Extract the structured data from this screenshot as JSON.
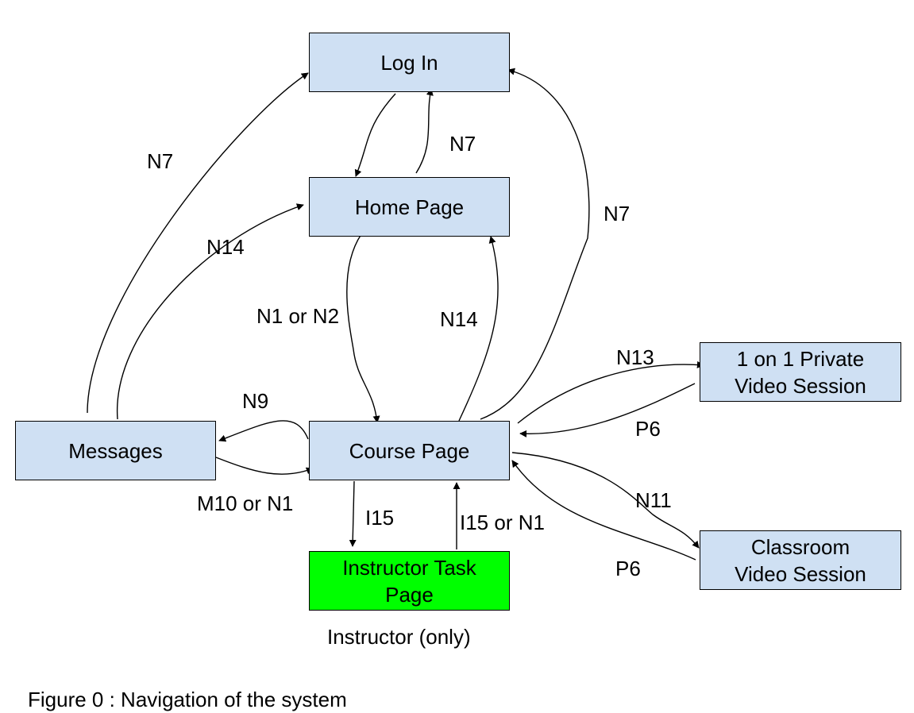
{
  "colors": {
    "node_fill": "#cfe0f3",
    "highlight_fill": "#00ff00",
    "stroke": "#000000"
  },
  "nodes": {
    "login": "Log In",
    "home": "Home Page",
    "course": "Course Page",
    "messages": "Messages",
    "private_line1": "1 on 1 Private",
    "private_line2": "Video Session",
    "classroom_line1": "Classroom",
    "classroom_line2": "Video Session",
    "instructor_line1": "Instructor Task",
    "instructor_line2": "Page"
  },
  "edges": {
    "home_to_login": "N7",
    "messages_to_login": "N7",
    "course_to_login": "N7",
    "messages_to_home": "N14",
    "course_to_home": "N14",
    "home_to_course": "N1 or N2",
    "course_to_messages": "N9",
    "messages_to_course": "M10 or N1",
    "course_to_private": "N13",
    "private_to_course": "P6",
    "course_to_classroom": "N11",
    "classroom_to_course": "P6",
    "course_to_instructor": "I15",
    "instructor_to_course": "I15 or N1"
  },
  "notes": {
    "instructor_only": "Instructor (only)"
  },
  "caption": "Figure 0 : Navigation of the system"
}
